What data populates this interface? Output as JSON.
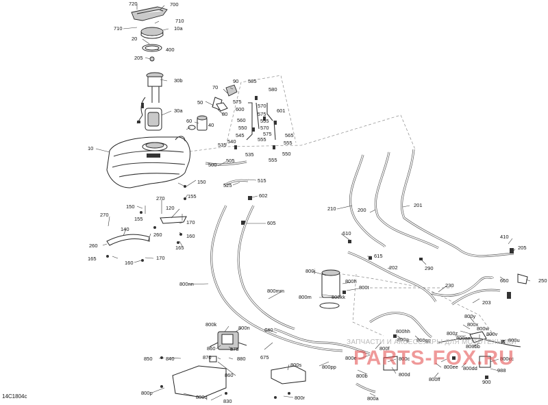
{
  "diagram_code": "14C1804c",
  "watermark": {
    "caption": "ЗАПЧАСТИ И АКСЕССУАРЫ ДЛЯ МОТОТЕХНИКИ",
    "brand": "PARTS-FOX.RU"
  },
  "labels": {
    "p720": "720",
    "p700": "700",
    "p710a": "710",
    "p710b": "710",
    "p10a": "10a",
    "p20": "20",
    "p400": "400",
    "p205a": "205",
    "p30b": "30b",
    "p30a": "30a",
    "p10": "10",
    "p585": "585",
    "p580": "580",
    "p90": "90",
    "p70": "70",
    "p575a": "575",
    "p570a": "570",
    "p600": "600",
    "p575b": "575",
    "p601": "601",
    "p560": "560",
    "p555a": "555",
    "p50": "50",
    "p80": "80",
    "p60": "60",
    "p40": "40",
    "p570b": "570",
    "p550a": "550",
    "p575c": "575",
    "p545": "545",
    "p555b": "555",
    "p565": "565",
    "p540": "540",
    "p555c": "555",
    "p535a": "535",
    "p535b": "535",
    "p550b": "550",
    "p555d": "555",
    "p505": "505",
    "p500": "500",
    "p515": "515",
    "p525": "525",
    "p602": "602",
    "p150a": "150",
    "p155a": "155",
    "p150b": "150",
    "p270a": "270",
    "p270b": "270",
    "p120": "120",
    "p155b": "155",
    "p170a": "170",
    "p140": "140",
    "p260a": "260",
    "p160a": "160",
    "p260b": "260",
    "p165a": "165",
    "p165b": "165",
    "p160b": "160",
    "p170b": "170",
    "p605": "605",
    "p210": "210",
    "p200": "200",
    "p201": "201",
    "p610": "610",
    "p615": "615",
    "p410": "410",
    "p205b": "205",
    "p202": "202",
    "p290": "290",
    "p660": "660",
    "p250": "250",
    "p230": "230",
    "p203": "203",
    "p800j": "800j",
    "p800h": "800h",
    "p800t": "800t",
    "p800kk": "800kk",
    "p800m": "800m",
    "p800nn": "800nn",
    "p800mm": "800mm",
    "p800y": "800y",
    "p800x": "800x",
    "p800w": "800w",
    "p800z": "800z",
    "p800v": "800v",
    "p800aa": "800aa",
    "p800u": "800u",
    "p800hh": "800hh",
    "p800k": "800k",
    "p800n": "800n",
    "p640": "640",
    "p800f": "800f",
    "p800g": "800g",
    "p800gg": "800gg",
    "p800bb": "800bb",
    "p800e": "800e",
    "p800c": "800c",
    "p800cc": "800cc",
    "p800ee": "800ee",
    "p800dd": "800dd",
    "p988": "988",
    "p900": "900",
    "p860a": "860",
    "p875": "875",
    "p880": "880",
    "p870": "870",
    "p675": "675",
    "p850": "850",
    "p840": "840",
    "p860b": "860",
    "p800s": "800s",
    "p800pp": "800pp",
    "p800b": "800b",
    "p800d": "800d",
    "p800ff": "800ff",
    "p800p": "800p",
    "p800q": "800q",
    "p830": "830",
    "p800r": "800r",
    "p800a": "800a"
  }
}
